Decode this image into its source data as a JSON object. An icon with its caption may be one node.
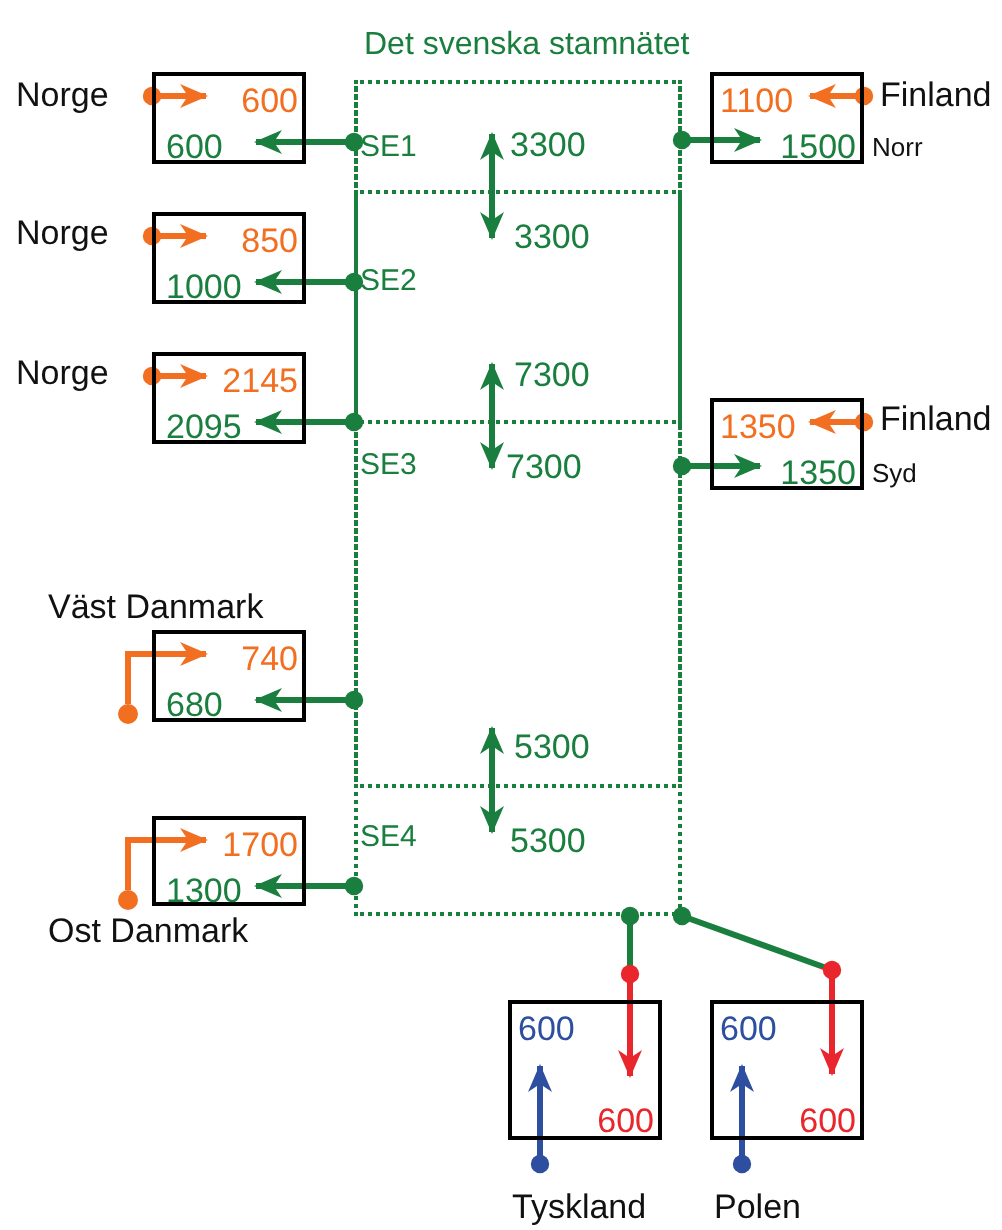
{
  "diagram": {
    "nodes": [
      {
        "text": [
          "Det svenska stamnätet"
        ]
      },
      {
        "text": [
          "SE1"
        ],
        "in": 0
      },
      {
        "text": [
          "SE2"
        ],
        "in": 0
      },
      {
        "text": [
          "SE3"
        ],
        "in": 0
      },
      {
        "text": [
          "SE4"
        ],
        "in": 0
      },
      {
        "text": [
          "Norge"
        ]
      },
      {
        "text": [
          "600",
          "600"
        ]
      },
      {
        "text": [
          "Finland"
        ]
      },
      {
        "text": [
          "1100",
          "1500"
        ],
        "beside": [
          "Norr"
        ]
      },
      {
        "text": [
          "Norge"
        ]
      },
      {
        "text": [
          "850",
          "1000"
        ]
      },
      {
        "text": [
          "Norge"
        ]
      },
      {
        "text": [
          "2145",
          "2095"
        ]
      },
      {
        "text": [
          "Finland"
        ]
      },
      {
        "text": [
          "1350",
          "1350"
        ],
        "beside": [
          "Syd"
        ]
      },
      {
        "text": [],
        "shape": "circle"
      },
      {
        "text": [
          "740",
          "680"
        ],
        "beside": [
          "Väst Danmark"
        ]
      },
      {
        "text": [
          "1700",
          "1300"
        ],
        "beside": [
          "Ost Danmark"
        ]
      },
      {
        "text": [],
        "shape": "circle"
      },
      {
        "text": [
          "600",
          "600"
        ]
      },
      {
        "text": [
          "600",
          "600"
        ]
      },
      {
        "text": [
          "Tyskland"
        ]
      },
      {
        "text": [
          "Polen"
        ]
      }
    ],
    "edges": [
      {
        "from": 5,
        "to": 6,
        "arrow": "to",
        "color": "#f26f21"
      },
      {
        "from": 1,
        "to": 6,
        "arrow": "to"
      },
      {
        "from": 7,
        "to": 8,
        "arrow": "to",
        "color": "#f26f21"
      },
      {
        "from": 1,
        "to": 8,
        "arrow": "to"
      },
      {
        "from": 1,
        "to": 2,
        "arrow": "both"
      },
      {
        "from": 9,
        "to": 10,
        "arrow": "to",
        "color": "#f26f21"
      },
      {
        "from": 2,
        "to": 10,
        "arrow": "to"
      },
      {
        "from": 11,
        "to": 12,
        "arrow": "to",
        "color": "#f26f21"
      },
      {
        "from": 3,
        "to": 12,
        "arrow": "to"
      },
      {
        "from": 2,
        "to": 3,
        "arrow": "both"
      },
      {
        "from": 13,
        "to": 14,
        "arrow": "to",
        "color": "#f26f21"
      },
      {
        "from": 3,
        "to": 14,
        "arrow": "to"
      },
      {
        "from": 15,
        "to": 16,
        "arrow": "to",
        "color": "#f26f21"
      },
      {
        "from": 3,
        "to": 16,
        "arrow": "to"
      },
      {
        "from": 3,
        "to": 4,
        "arrow": "both"
      },
      {
        "from": 18,
        "to": 17,
        "arrow": "to",
        "color": "#f26f21"
      },
      {
        "from": 4,
        "to": 17,
        "arrow": "to"
      },
      {
        "from": 4,
        "to": 19,
        "arrow": "to",
        "color": "#e8262b"
      },
      {
        "from": 4,
        "to": 20,
        "arrow": "to",
        "color": "#e8262b"
      },
      {
        "from": 21,
        "to": 19,
        "arrow": "to",
        "color": "#2e4fa0"
      },
      {
        "from": 22,
        "to": 20,
        "arrow": "to",
        "color": "#2e4fa0"
      }
    ],
    "labels": [
      "3300",
      "3300",
      "7300",
      "7300",
      "5300",
      "5300"
    ]
  }
}
